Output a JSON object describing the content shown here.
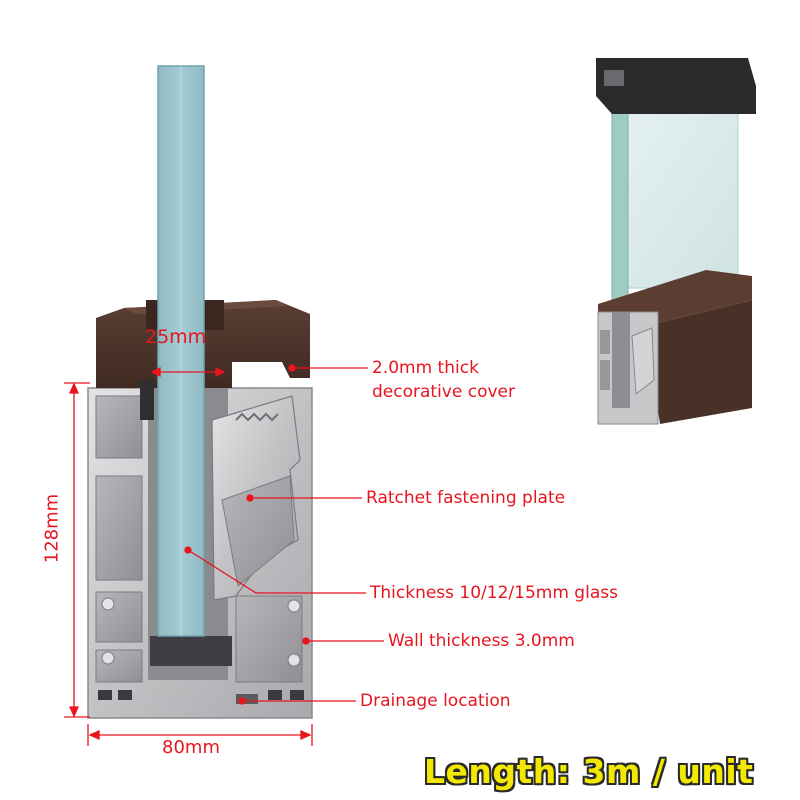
{
  "dimensions": {
    "glass_gap": "25mm",
    "height": "128mm",
    "width": "80mm"
  },
  "callouts": {
    "cover_line1": "2.0mm thick",
    "cover_line2": "decorative cover",
    "ratchet": "Ratchet fastening plate",
    "glass": "Thickness 10/12/15mm glass",
    "wall": "Wall thickness 3.0mm",
    "drainage": "Drainage location"
  },
  "banner": "Length: 3m / unit",
  "colors": {
    "annotation": "#e8141e",
    "banner_text": "#f3e800",
    "banner_outline": "#2a2a2a",
    "cover": "#4e362c",
    "glass": "#9dc5ce",
    "aluminium": "#c9c9cb"
  }
}
